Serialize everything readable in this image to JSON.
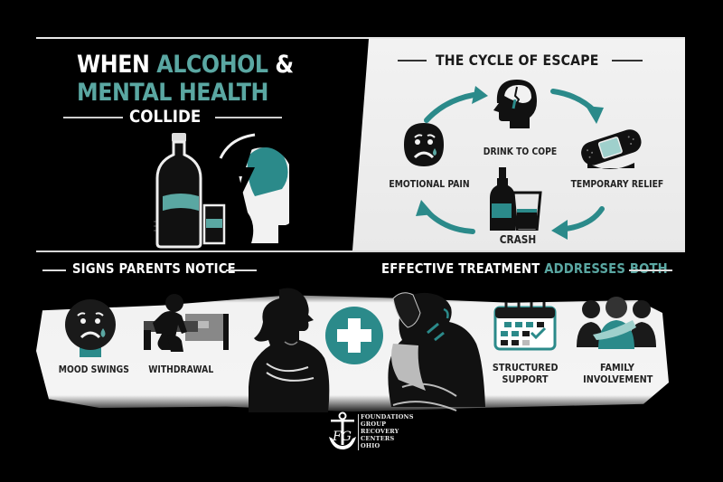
{
  "title": {
    "line1_white": "WHEN",
    "line1_teal": "ALCOHOL",
    "line1_amp": "&",
    "line2": "MENTAL HEALTH",
    "line3": "COLLIDE"
  },
  "cycle": {
    "heading": "THE CYCLE OF ESCAPE",
    "steps": [
      {
        "label": "DRINK TO COPE",
        "icon": "head-brain-icon"
      },
      {
        "label": "TEMPORARY RELIEF",
        "icon": "bandage-icon"
      },
      {
        "label": "CRASH",
        "icon": "bottle-glass-icon"
      },
      {
        "label": "EMOTIONAL PAIN",
        "icon": "sad-face-icon"
      }
    ]
  },
  "signs": {
    "heading": "SIGNS PARENTS NOTICE",
    "items": [
      {
        "label": "MOOD SWINGS",
        "icon": "crying-face-icon"
      },
      {
        "label": "WITHDRAWAL",
        "icon": "person-sitting-bed-icon"
      }
    ]
  },
  "treatment": {
    "heading_white": "EFFECTIVE TREATMENT",
    "heading_teal": "ADDRESSES BOTH",
    "items": [
      {
        "label_line1": "STRUCTURED",
        "label_line2": "SUPPORT",
        "icon": "calendar-check-icon"
      },
      {
        "label_line1": "FAMILY",
        "label_line2": "INVOLVEMENT",
        "icon": "family-group-icon"
      }
    ]
  },
  "logo": {
    "monogram": "FG",
    "lines": [
      "FOUNDATIONS",
      "GROUP",
      "RECOVERY",
      "CENTERS",
      "OHIO"
    ]
  },
  "colors": {
    "teal_dark": "#2b8a8a",
    "teal_light": "#5aa7a2",
    "background": "#000000",
    "panel_light": "#f0f0f0"
  }
}
